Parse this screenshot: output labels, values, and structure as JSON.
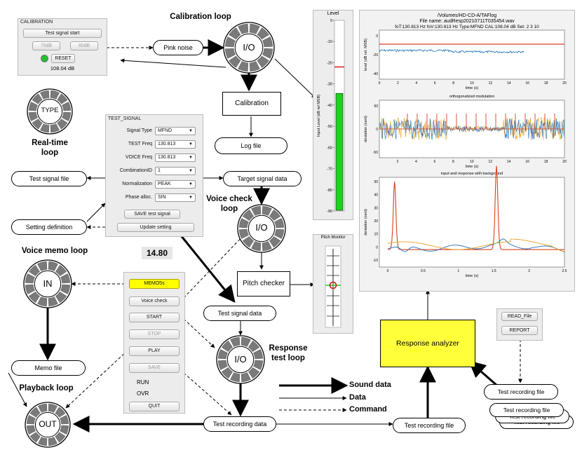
{
  "calibration_panel": {
    "title": "CALIBRATION",
    "test_signal_start": "Test signal start",
    "btn_70db": "70dB",
    "btn_80db": "80dB",
    "reset": "RESET",
    "value": "108.04 dB",
    "indicator_color": "#22c02a"
  },
  "test_signal_panel": {
    "title": "TEST_SIGNAL",
    "rows": [
      {
        "label": "Signal Type",
        "value": "MFND"
      },
      {
        "label": "TEST Freq",
        "value": "130.813"
      },
      {
        "label": "VOICE Freq",
        "value": "130.813"
      },
      {
        "label": "CombinationID",
        "value": "1"
      },
      {
        "label": "Normalization",
        "value": "PEAK"
      },
      {
        "label": "Phase alloc.",
        "value": "SIN"
      }
    ],
    "save": "SAVE test signal",
    "update": "Update setting"
  },
  "control_panel": {
    "memo": "MEMO5s",
    "voice_check": "Voice check",
    "start": "START",
    "stop": "STOP",
    "play": "PLAY",
    "save": "SAVE",
    "run": "RUN",
    "ovr": "OVR",
    "quit": "QUIT",
    "memo_color": "#ffff00"
  },
  "timer": "14.80",
  "read_panel": {
    "read_file": "READ_File",
    "report": "REPORT"
  },
  "headings": {
    "calibration_loop": "Calibration loop",
    "realtime_loop_1": "Real-time",
    "realtime_loop_2": "loop",
    "voice_check_loop_1": "Voice check",
    "voice_check_loop_2": "loop",
    "voice_memo_loop": "Voice memo loop",
    "response_test_loop_1": "Response",
    "response_test_loop_2": "test loop",
    "playback_loop": "Playback loop"
  },
  "rings": {
    "io": "I/O",
    "type": "TYPE",
    "in": "IN",
    "out": "OUT"
  },
  "nodes": {
    "pink_noise": "Pink noise",
    "calibration": "Calibration",
    "log_file": "Log file",
    "test_signal_file": "Test signal file",
    "target_signal_data": "Target signal data",
    "setting_definition": "Setting definition",
    "pitch_checker": "Pitch checker",
    "test_signal_data": "Test signal data",
    "memo_file": "Memo file",
    "test_recording_data": "Test recording data",
    "test_recording_file": "Test recording file",
    "response_analyzer": "Response analyzer",
    "stack_1": "Test recording file",
    "stack_2": "Test recording file",
    "stack_3": "Test recording file",
    "stack_4": "Test recording file"
  },
  "legend": {
    "sound": "Sound data",
    "data": "Data",
    "command": "Command"
  },
  "level_meter": {
    "title": "Level",
    "ylabel": "Input Level (dB rel MSB)",
    "ticks": [
      "0",
      "-10",
      "-20",
      "-30",
      "-40",
      "-50",
      "-60",
      "-70",
      "-80",
      "-90"
    ],
    "current_level": -34.5,
    "marker_level": -22,
    "bar_color": "#1fd11f",
    "marker_color": "#d62020"
  },
  "pitch_monitor": {
    "title": "Pitch Monitor"
  },
  "analysis": {
    "path": "/Volumes/HD-CD-A/TAFlog",
    "file": "File name: audResp20210711T035454.wav",
    "params": "foT:130.813 Hz foV:130.813 Hz Type:MFND CAL:108.04 dB Set: 2  3  10",
    "p1_ylabel": "level (dB rel. MSB)",
    "p1_xlabel": "time (s)",
    "p1_yticks": [
      "0",
      "-20",
      "-40"
    ],
    "p1_xticks": [
      "0",
      "2",
      "4",
      "6",
      "8",
      "10",
      "12",
      "14",
      "16",
      "18",
      "20"
    ],
    "p2_title": "orthogonalized modulation",
    "p2_ylabel": "deviation (cent)",
    "p2_xlabel": "time (s)",
    "p2_yticks": [
      "50",
      "0",
      "-50"
    ],
    "p2_xticks": [
      "2",
      "4",
      "6",
      "8",
      "10",
      "12",
      "14",
      "16",
      "18",
      "20"
    ],
    "p3_title": "input and response with background",
    "p3_ylabel": "deviation (cent)",
    "p3_xlabel": "time (s)",
    "p3_yticks": [
      "50",
      "40",
      "30",
      "20",
      "10",
      "0",
      "-10"
    ],
    "p3_xticks": [
      "0",
      "0.5",
      "1",
      "1.5",
      "2",
      "2.5"
    ],
    "colors": {
      "blue": "#1f6fb8",
      "orange": "#e8a020",
      "red": "#d8401e"
    }
  }
}
